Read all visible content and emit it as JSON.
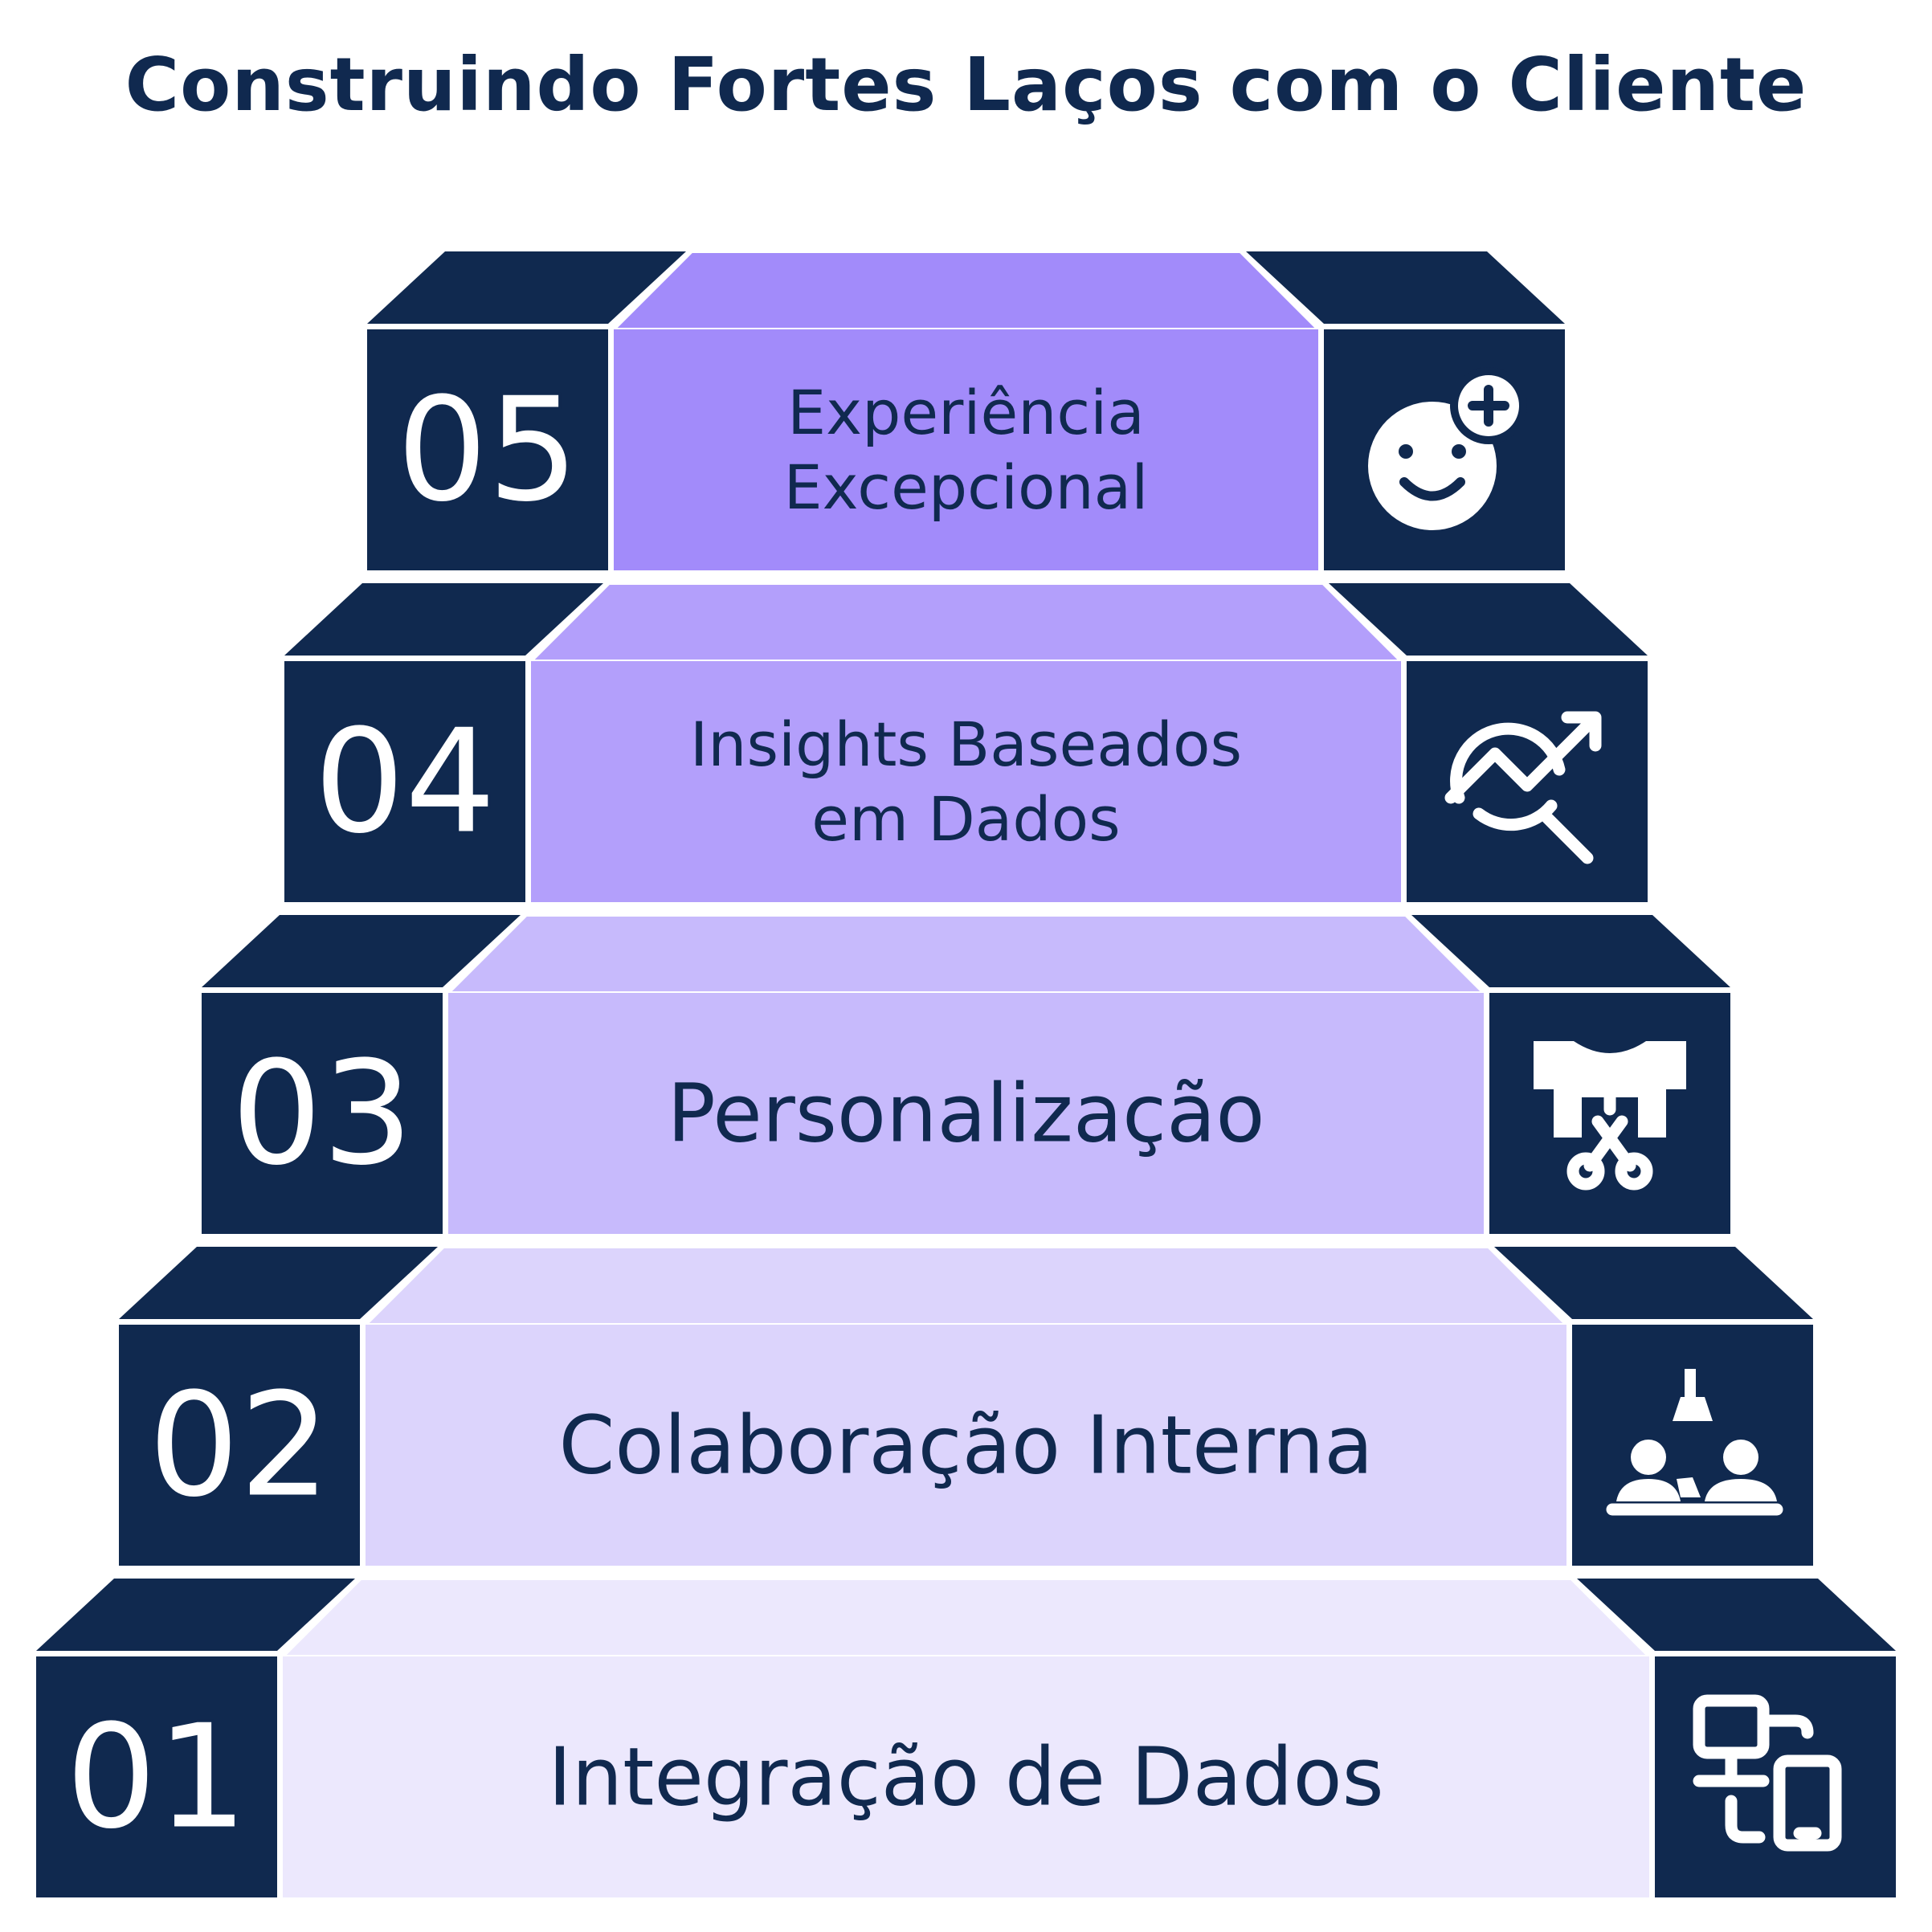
{
  "title": "Construindo Fortes Laços com o Cliente",
  "colors": {
    "navy": "#10294f",
    "step_fills": [
      "#ece8fd",
      "#dcd4fc",
      "#c7bafc",
      "#b39ffb",
      "#a28bfa"
    ]
  },
  "steps": [
    {
      "number": "01",
      "lines": [
        "Integração de Dados"
      ],
      "icon": "devices-icon"
    },
    {
      "number": "02",
      "lines": [
        "Colaboração Interna"
      ],
      "icon": "team-meeting-icon"
    },
    {
      "number": "03",
      "lines": [
        "Personalização"
      ],
      "icon": "tailoring-shirt-icon"
    },
    {
      "number": "04",
      "lines": [
        "Insights Baseados",
        "em Dados"
      ],
      "icon": "analytics-search-icon"
    },
    {
      "number": "05",
      "lines": [
        "Experiência",
        "Excepcional"
      ],
      "icon": "happy-face-plus-icon"
    }
  ]
}
